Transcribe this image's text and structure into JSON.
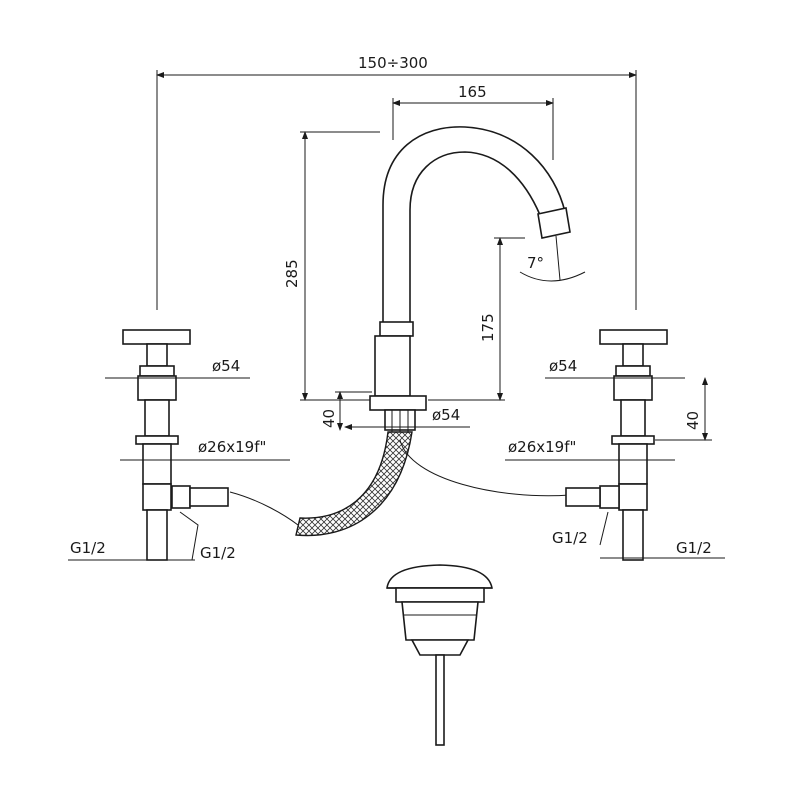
{
  "title": "Three-hole basin mixer dimension drawing",
  "dimensions": {
    "overall_width": "150÷300",
    "spout_reach": "165",
    "total_height": "285",
    "spout_height": "175",
    "spout_angle": "7°",
    "spout_base_diameter": "ø54",
    "base_height_left": "40",
    "left_handle_diameter": "ø54",
    "right_handle_diameter": "ø54",
    "right_handle_height": "40",
    "left_shank": "ø26x19f\"",
    "right_shank": "ø26x19f\"",
    "left_outlet_thread": "G1/2",
    "left_hose_thread": "G1/2",
    "right_hose_thread": "G1/2",
    "right_outlet_thread": "G1/2"
  }
}
